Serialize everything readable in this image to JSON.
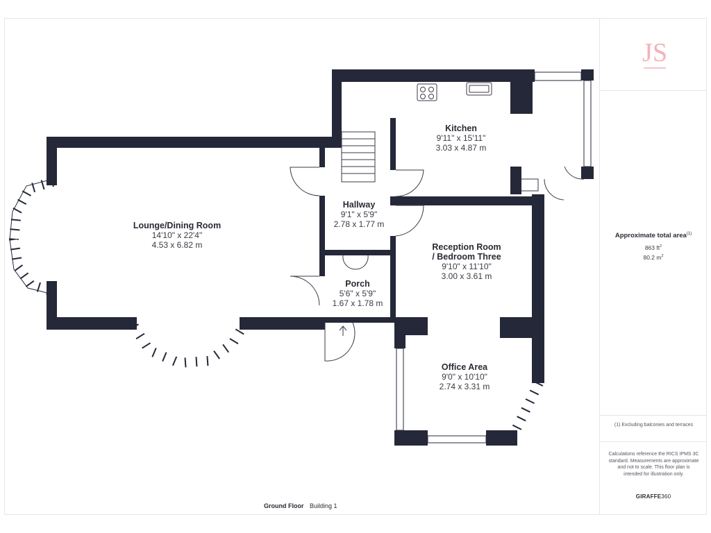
{
  "brand": {
    "logo_text": "JS",
    "logo_color": "#f3b3b7"
  },
  "wall_color": "#252838",
  "rooms": {
    "kitchen": {
      "name": "Kitchen",
      "imperial": "9'11\" x 15'11\"",
      "metric": "3.03 x 4.87 m"
    },
    "hallway": {
      "name": "Hallway",
      "imperial": "9'1\" x 5'9\"",
      "metric": "2.78 x 1.77 m"
    },
    "lounge": {
      "name": "Lounge/Dining Room",
      "imperial": "14'10\" x 22'4\"",
      "metric": "4.53 x 6.82 m"
    },
    "reception": {
      "name_line1": "Reception Room",
      "name_line2": "/ Bedroom Three",
      "imperial": "9'10\" x 11'10\"",
      "metric": "3.00 x 3.61 m"
    },
    "porch": {
      "name": "Porch",
      "imperial": "5'6\" x 5'9\"",
      "metric": "1.67 x 1.78 m"
    },
    "office": {
      "name": "Office Area",
      "imperial": "9'0\" x 10'10\"",
      "metric": "2.74 x 3.31 m"
    }
  },
  "area": {
    "title": "Approximate total area",
    "title_sup": "(1)",
    "sqft": "863 ft",
    "sqm": "80.2 m",
    "unit_sup": "2"
  },
  "note": "(1) Excluding balconies and terraces",
  "disclaimer": "Calculations reference the RICS IPMS 3C standard. Measurements are approximate and not to scale. This floor plan is intended for illustration only.",
  "credit": {
    "bold": "GIRAFFE",
    "rest": "360"
  },
  "footer": {
    "floor": "Ground Floor",
    "building": "Building 1"
  }
}
